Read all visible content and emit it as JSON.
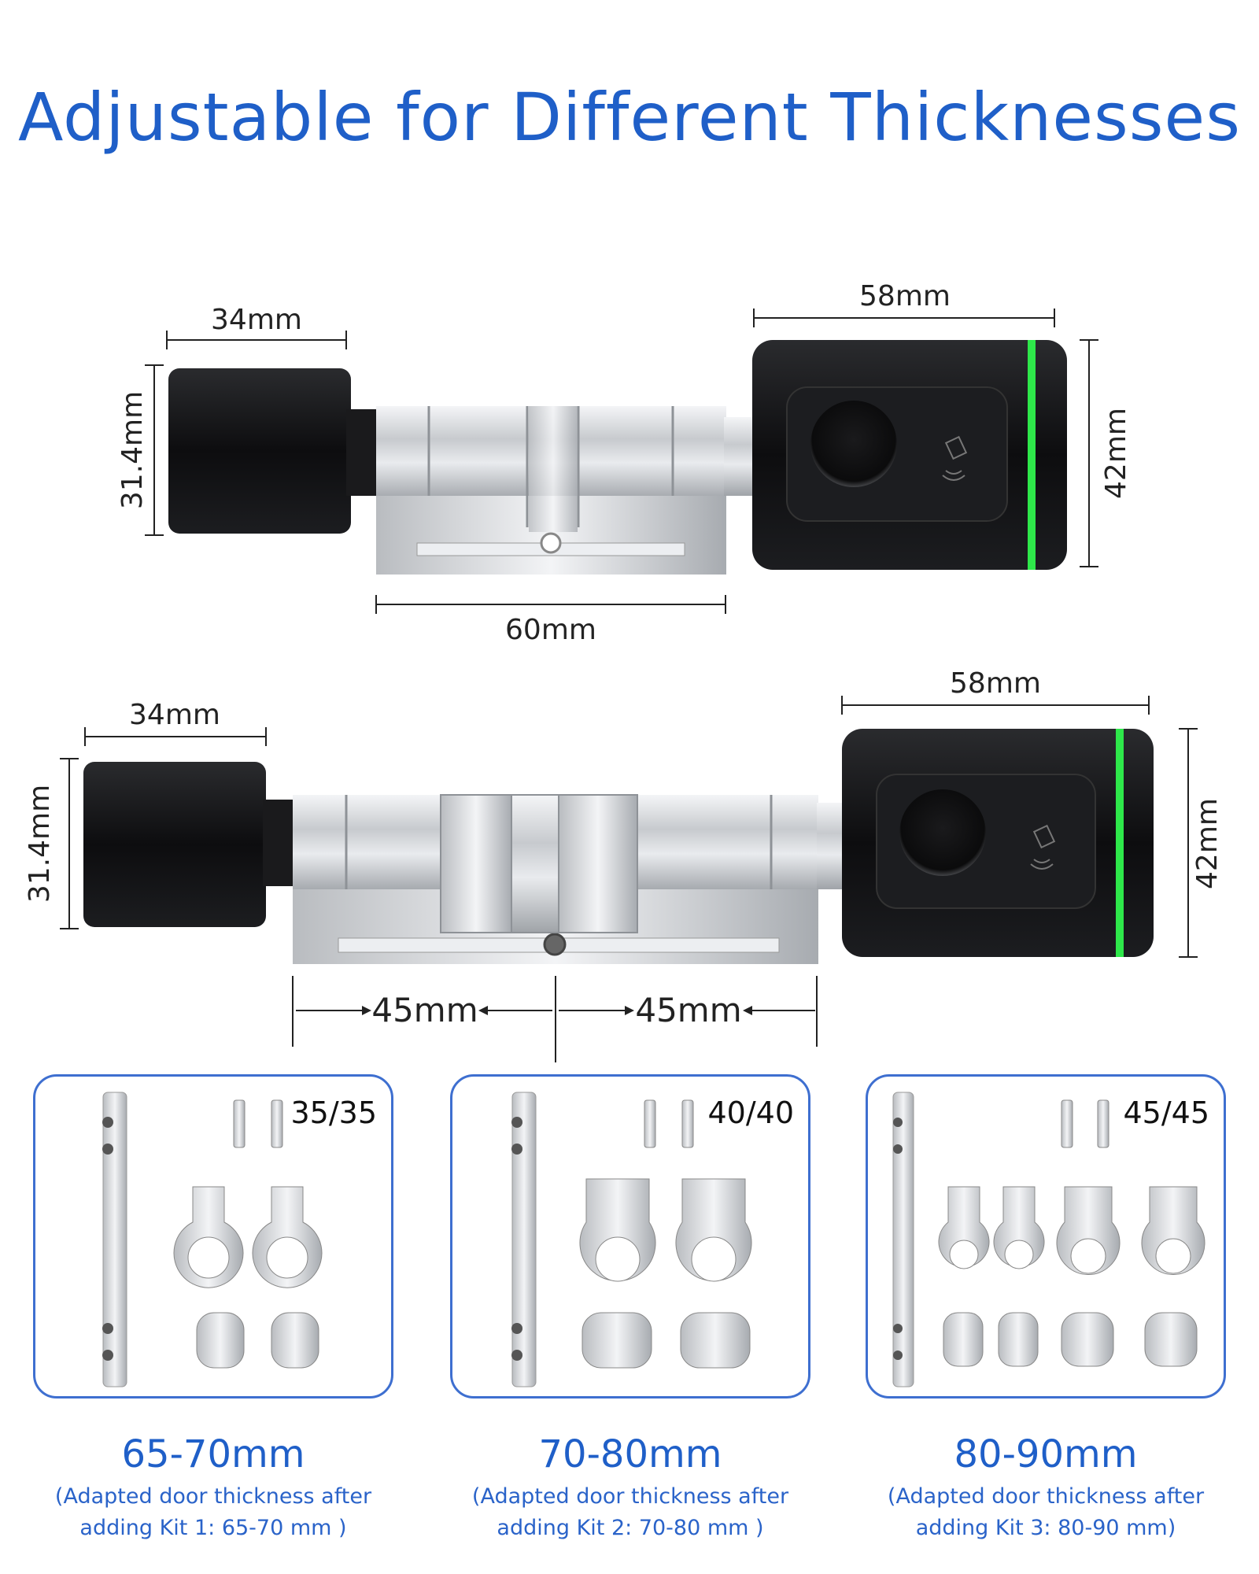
{
  "title": "Adjustable for Different Thicknesses",
  "diagram1": {
    "knob_width": "34mm",
    "knob_height": "31.4mm",
    "body_length": "60mm",
    "reader_width": "58mm",
    "reader_height": "42mm"
  },
  "diagram2": {
    "knob_width": "34mm",
    "knob_height": "31.4mm",
    "left_half": "45mm",
    "right_half": "45mm",
    "reader_width": "58mm",
    "reader_height": "42mm"
  },
  "kits": [
    {
      "count": "35/35",
      "range": "65-70mm",
      "desc_line1": "(Adapted door thickness after",
      "desc_line2": "adding Kit 1: 65-70 mm )"
    },
    {
      "count": "40/40",
      "range": "70-80mm",
      "desc_line1": "(Adapted door thickness after",
      "desc_line2": "adding Kit 2: 70-80 mm )"
    },
    {
      "count": "45/45",
      "range": "80-90mm",
      "desc_line1": "(Adapted door thickness after",
      "desc_line2": "adding Kit 3: 80-90 mm)"
    }
  ],
  "colors": {
    "accent": "#1f5fc8",
    "led_green": "#2ee84a",
    "lock_black": "#111111",
    "chrome": "#c9ccd1"
  }
}
